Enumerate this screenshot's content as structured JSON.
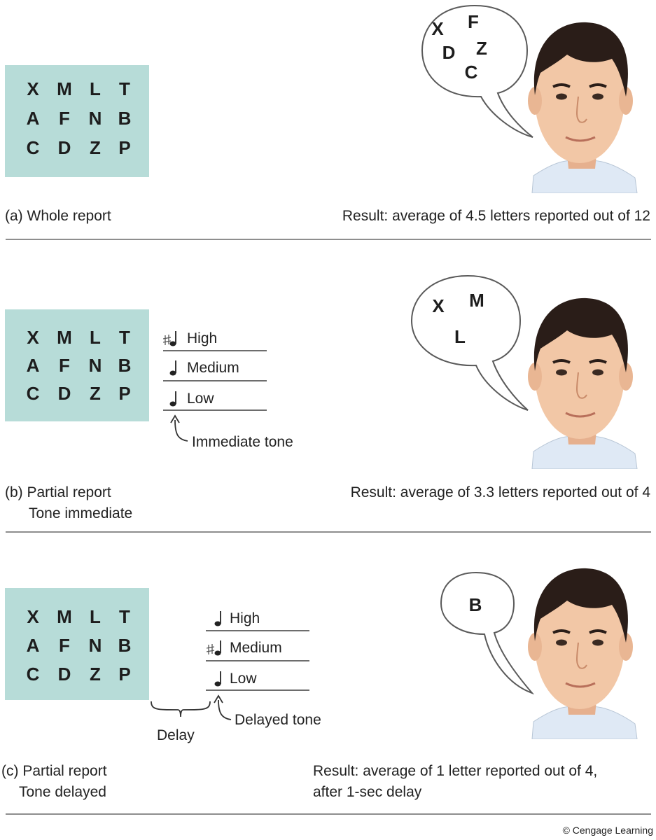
{
  "panels": [
    {
      "grid": [
        [
          "X",
          "M",
          "L",
          "T"
        ],
        [
          "A",
          "F",
          "N",
          "B"
        ],
        [
          "C",
          "D",
          "Z",
          "P"
        ]
      ],
      "caption_lines": [
        "(a) Whole report"
      ],
      "result_lines": [
        "Result: average of 4.5 letters reported out of 12"
      ],
      "bubble_letters": [
        "X",
        "F",
        "D",
        "Z",
        "C"
      ]
    },
    {
      "grid": [
        [
          "X",
          "M",
          "L",
          "T"
        ],
        [
          "A",
          "F",
          "N",
          "B"
        ],
        [
          "C",
          "D",
          "Z",
          "P"
        ]
      ],
      "caption_lines": [
        "(b) Partial report",
        "Tone immediate"
      ],
      "result_lines": [
        "Result: average of 3.3 letters reported out of 4"
      ],
      "bubble_letters": [
        "X",
        "M",
        "L"
      ],
      "tones": [
        "High",
        "Medium",
        "Low"
      ],
      "tone_note": "Immediate tone"
    },
    {
      "grid": [
        [
          "X",
          "M",
          "L",
          "T"
        ],
        [
          "A",
          "F",
          "N",
          "B"
        ],
        [
          "C",
          "D",
          "Z",
          "P"
        ]
      ],
      "caption_lines": [
        "(c) Partial report",
        "Tone delayed"
      ],
      "result_lines": [
        "Result: average of 1 letter reported out of 4,",
        "after 1-sec delay"
      ],
      "bubble_letters": [
        "B"
      ],
      "tones": [
        "High",
        "Medium",
        "Low"
      ],
      "tone_note": "Delayed tone",
      "delay_label": "Delay"
    }
  ],
  "credit": "© Cengage Learning",
  "colors": {
    "grid_bg": "#b7dcd8",
    "separator": "#8e8e8e",
    "skin": "#f2c7a6",
    "hair": "#2a1d18",
    "shirt": "#dfe9f5"
  }
}
